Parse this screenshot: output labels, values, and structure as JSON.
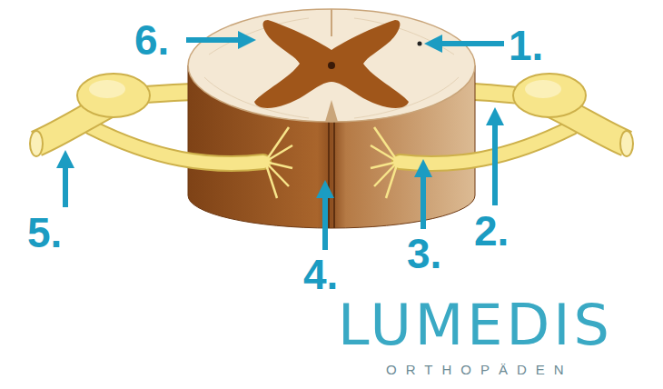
{
  "diagram": {
    "labels": [
      "6.",
      "1.",
      "5.",
      "2.",
      "3.",
      "4.",
      "LUMEDIS",
      "ORTHOPÄDEN"
    ]
  }
}
